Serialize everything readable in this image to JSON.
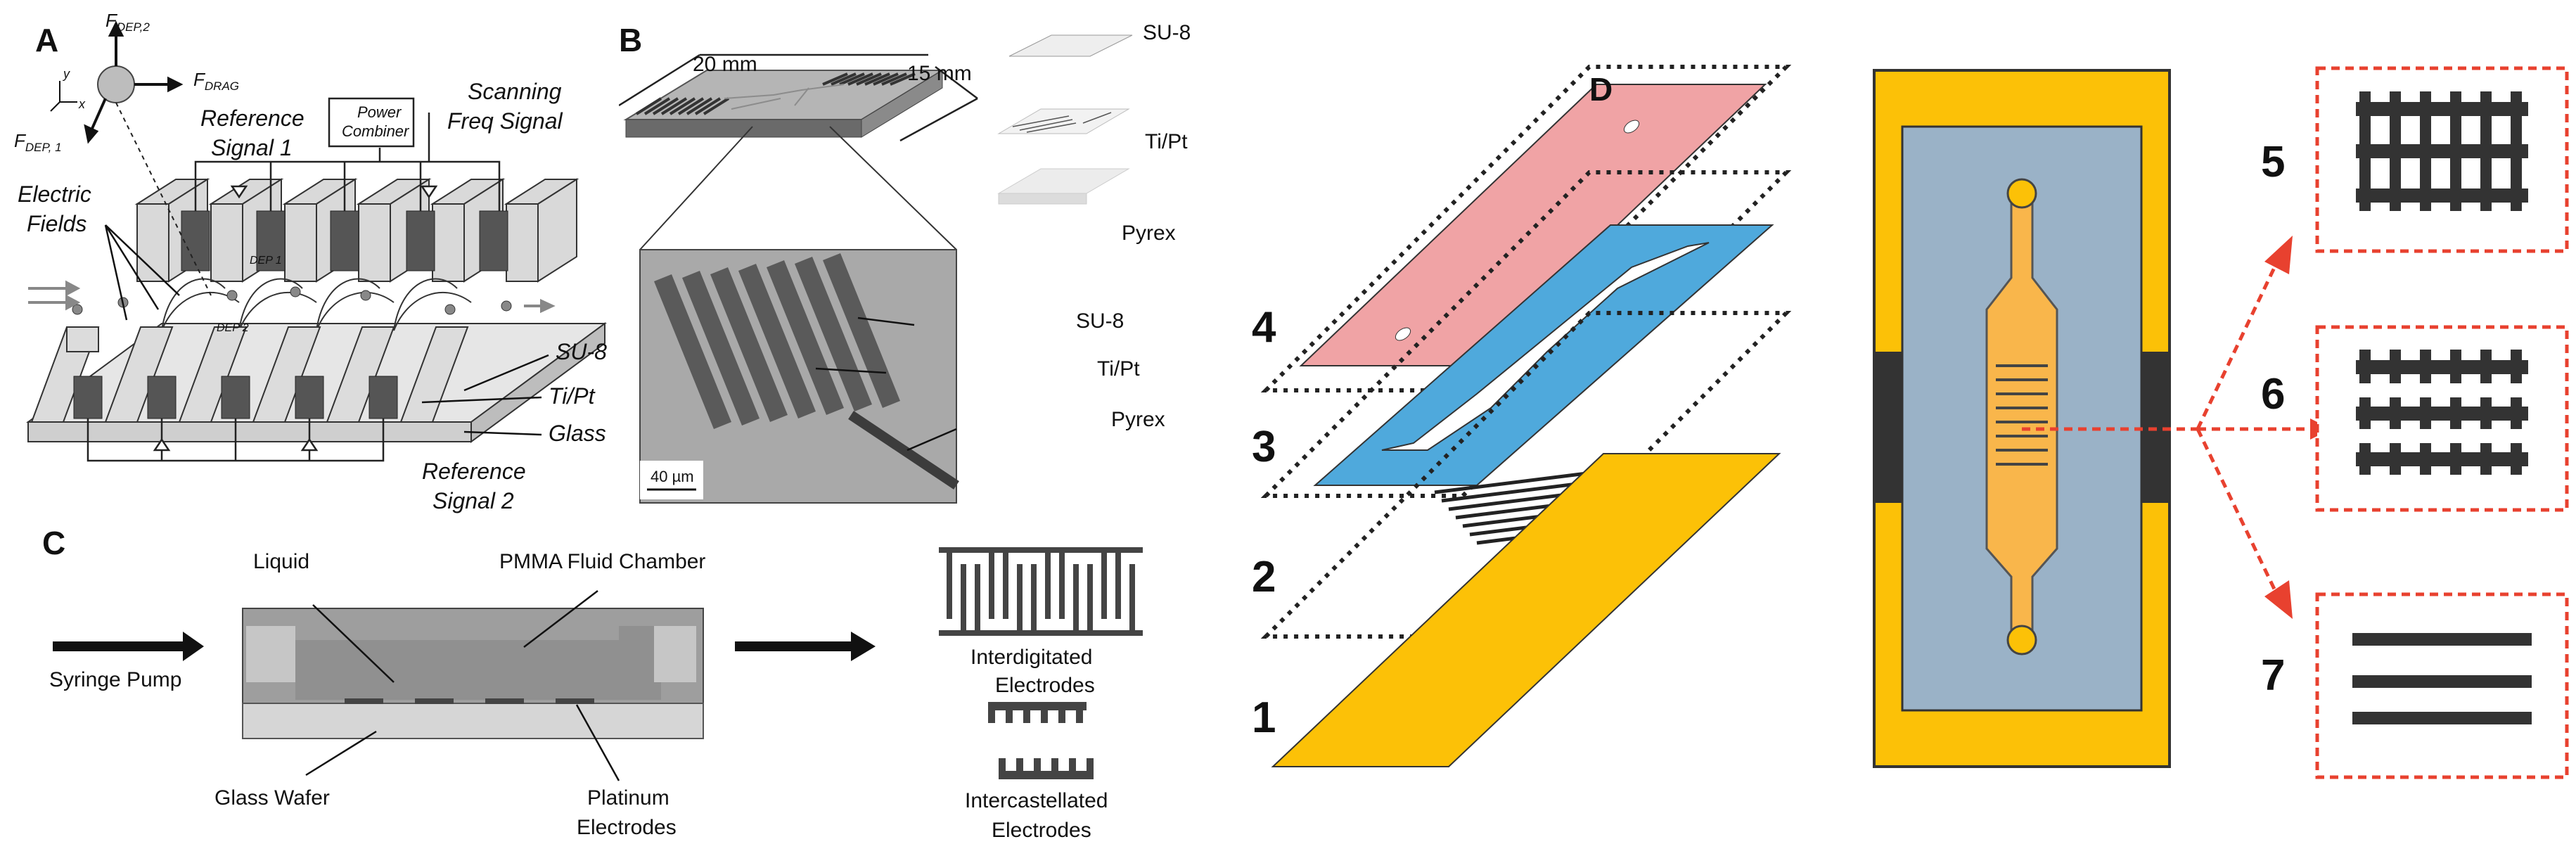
{
  "panel_a": {
    "letter": "A",
    "f_dep2": "F",
    "f_dep2_sub": "DEP,2",
    "f_drag": "F",
    "f_drag_sub": "DRAG",
    "f_dep1": "F",
    "f_dep1_sub": "DEP, 1",
    "axis_y": "y",
    "axis_x": "x",
    "reference_signal_1": [
      "Reference",
      "Signal 1"
    ],
    "power_combiner": [
      "Power",
      "Combiner"
    ],
    "scanning": [
      "Scanning",
      "Freq Signal"
    ],
    "electric_fields": [
      "Electric",
      "Fields"
    ],
    "dep1": "DEP 1",
    "dep2": "DEP 2",
    "su8": "SU-8",
    "tipt": "Ti/Pt",
    "glass": "Glass",
    "reference_signal_2": [
      "Reference",
      "Signal 2"
    ]
  },
  "panel_b": {
    "letter": "B",
    "dim_20": "20 mm",
    "dim_15": "15 mm",
    "su8": "SU-8",
    "tipt": "Ti/Pt",
    "pyrex": "Pyrex",
    "sem_su8": "SU-8",
    "sem_tipt": "Ti/Pt",
    "sem_pyrex": "Pyrex",
    "scale": "40 µm"
  },
  "panel_c": {
    "letter": "C",
    "liquid": "Liquid",
    "chamber": "PMMA Fluid Chamber",
    "syringe": "Syringe Pump",
    "glass_wafer": "Glass Wafer",
    "platinum": [
      "Platinum",
      "Electrodes"
    ],
    "interdigitated": [
      "Interdigitated",
      "Electrodes"
    ],
    "intercastellated": [
      "Intercastellated",
      "Electrodes"
    ]
  },
  "panel_d": {
    "letter": "D",
    "layers": [
      "4",
      "3",
      "2",
      "1"
    ],
    "electrode_types": [
      "5",
      "6",
      "7"
    ],
    "colors": {
      "layer4": "#f0a3a5",
      "layer3": "#4fa9dc",
      "layer1": "#fcc107",
      "frame": "#fcc107",
      "chip_blue": "#9ab2c7",
      "channel": "#f9b64b",
      "arrow": "#e8412f"
    }
  }
}
